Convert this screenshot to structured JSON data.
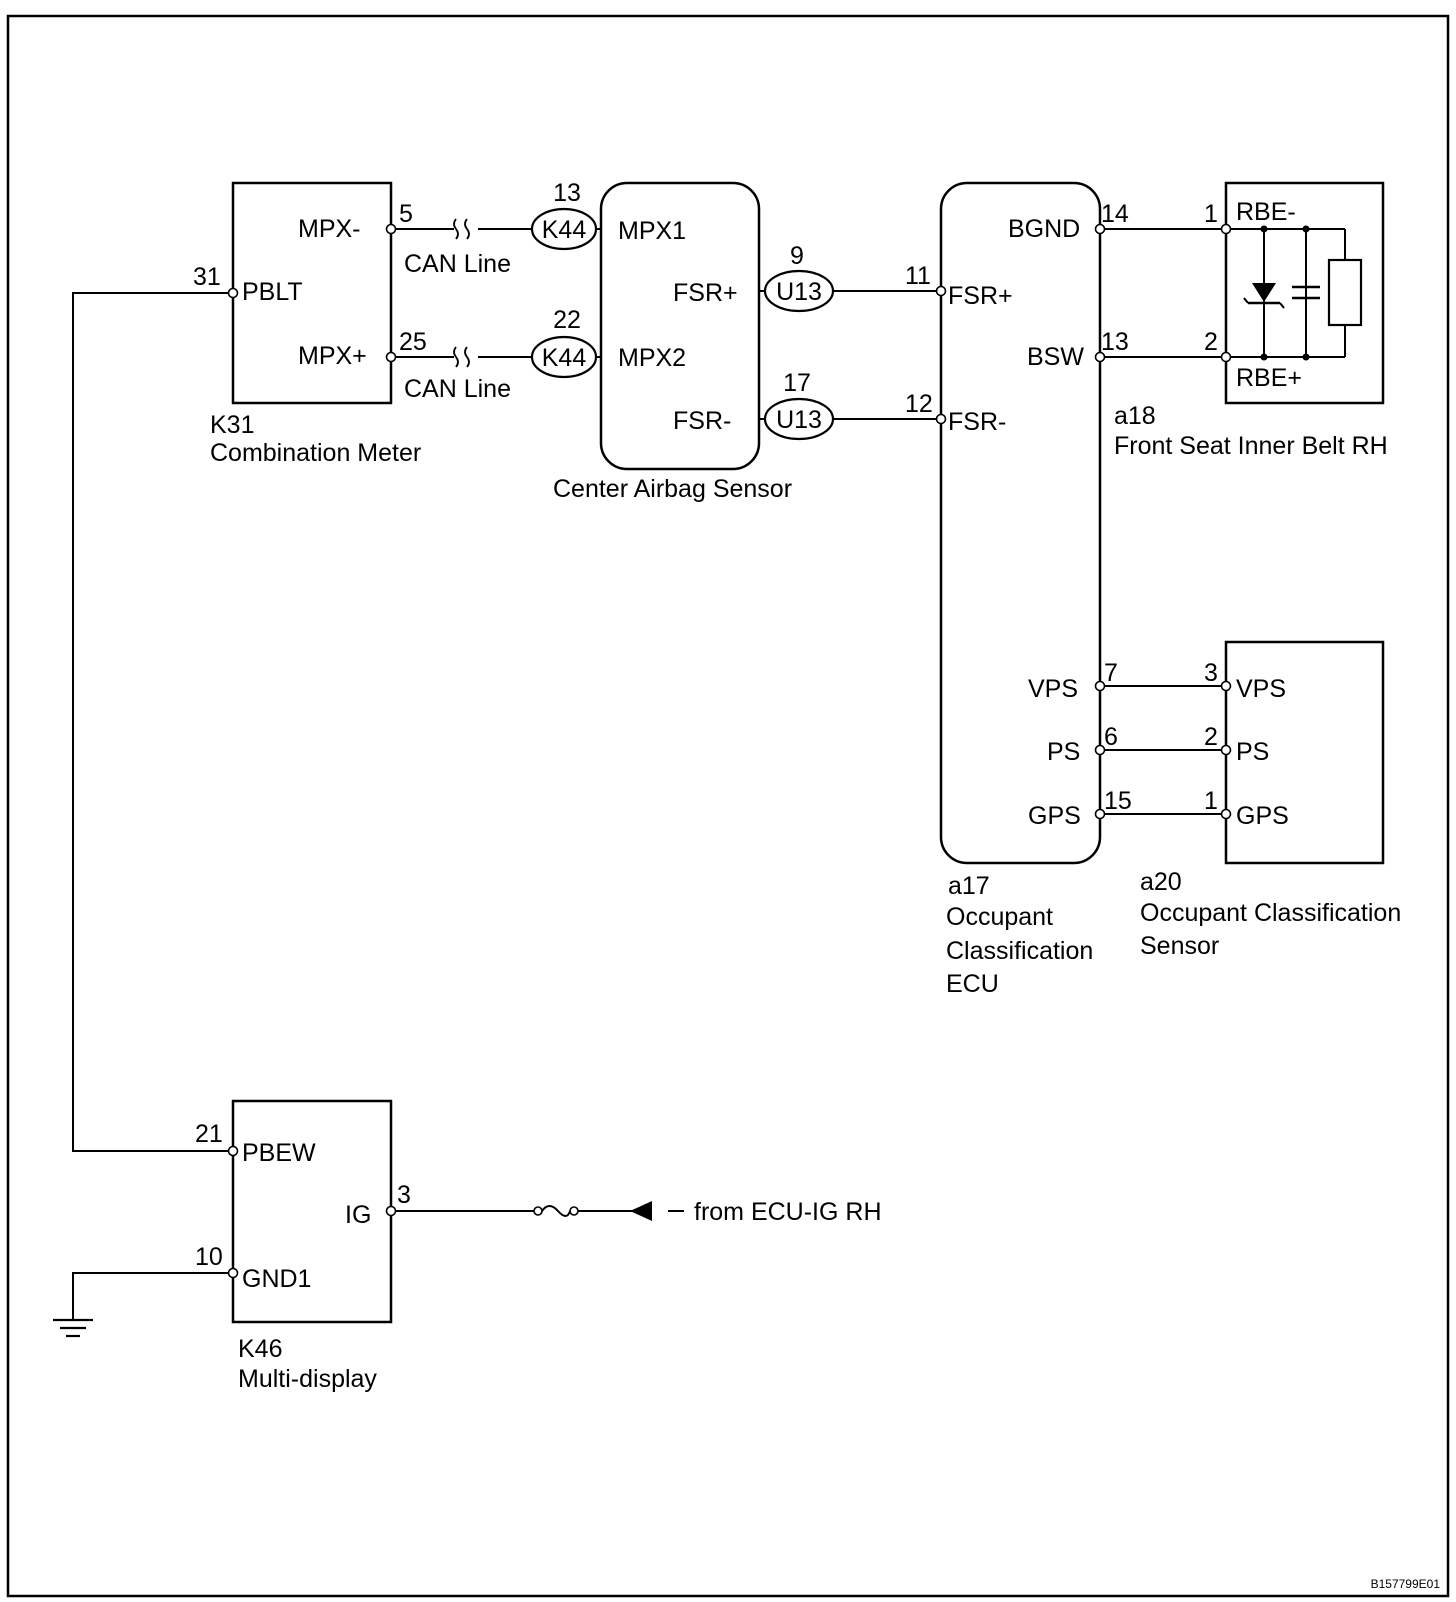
{
  "components": {
    "k31": {
      "code": "K31",
      "name": "Combination Meter",
      "pins": {
        "mpx_minus": "MPX-",
        "pblt": "PBLT",
        "mpx_plus": "MPX+"
      },
      "pin_numbers": {
        "mpx_minus": "5",
        "pblt": "31",
        "mpx_plus": "25"
      }
    },
    "center_airbag": {
      "name": "Center Airbag Sensor",
      "pins": {
        "mpx1": "MPX1",
        "mpx2": "MPX2",
        "fsr_plus": "FSR+",
        "fsr_minus": "FSR-"
      }
    },
    "a17": {
      "code": "a17",
      "name_line1": "Occupant",
      "name_line2": "Classification",
      "name_line3": "ECU",
      "pins": {
        "fsr_plus": "FSR+",
        "fsr_minus": "FSR-",
        "bgnd": "BGND",
        "bsw": "BSW",
        "vps": "VPS",
        "ps": "PS",
        "gps": "GPS"
      },
      "pin_numbers": {
        "fsr_plus": "11",
        "fsr_minus": "12",
        "bgnd": "14",
        "bsw": "13",
        "vps": "7",
        "ps": "6",
        "gps": "15"
      }
    },
    "a18": {
      "code": "a18",
      "name": "Front Seat Inner Belt RH",
      "pins": {
        "rbe_minus": "RBE-",
        "rbe_plus": "RBE+"
      },
      "pin_numbers": {
        "rbe_minus": "1",
        "rbe_plus": "2"
      }
    },
    "a20": {
      "code": "a20",
      "name_line1": "Occupant Classification",
      "name_line2": "Sensor",
      "pins": {
        "vps": "VPS",
        "ps": "PS",
        "gps": "GPS"
      },
      "pin_numbers": {
        "vps": "3",
        "ps": "2",
        "gps": "1"
      }
    },
    "k46": {
      "code": "K46",
      "name": "Multi-display",
      "pins": {
        "pbew": "PBEW",
        "ig": "IG",
        "gnd1": "GND1"
      },
      "pin_numbers": {
        "pbew": "21",
        "ig": "3",
        "gnd1": "10"
      }
    }
  },
  "connectors": {
    "k44_upper": {
      "code": "K44",
      "pin": "13"
    },
    "k44_lower": {
      "code": "K44",
      "pin": "22"
    },
    "u13_upper": {
      "code": "U13",
      "pin": "9"
    },
    "u13_lower": {
      "code": "U13",
      "pin": "17"
    }
  },
  "wires": {
    "can_line_upper": "CAN Line",
    "can_line_lower": "CAN Line"
  },
  "power_source": "from ECU-IG RH",
  "figure_id": "B157799E01"
}
